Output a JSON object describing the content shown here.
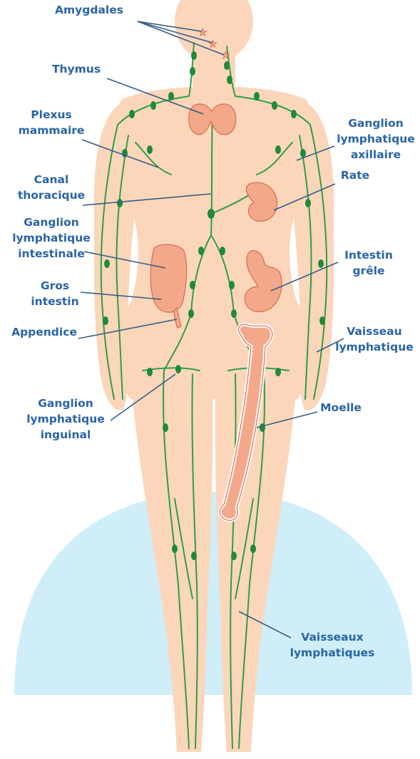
{
  "diagram": {
    "colors": {
      "background": "#ffffff",
      "arc": "#cfeef8",
      "body": "#fbd6bb",
      "skin_shadow": "#f7c7a6",
      "vessel": "#2f9e45",
      "node": "#1f8a38",
      "organ": "#f3a88a",
      "organ_outline": "#d96a4c",
      "label": "#2a64a8",
      "leader": "#355f86"
    },
    "labels": {
      "amygdales": "Amygdales",
      "thymus": "Thymus",
      "plexus_1": "Plexus",
      "plexus_2": "mammaire",
      "canal_1": "Canal",
      "canal_2": "thoracique",
      "g_intest_1": "Ganglion",
      "g_intest_2": "lymphatique",
      "g_intest_3": "intestinale",
      "gros_1": "Gros",
      "gros_2": "intestin",
      "appendice": "Appendice",
      "g_ing_1": "Ganglion",
      "g_ing_2": "lymphatique",
      "g_ing_3": "inguinal",
      "g_ax_1": "Ganglion",
      "g_ax_2": "lymphatique",
      "g_ax_3": "axillaire",
      "rate": "Rate",
      "intestin_1": "Intestin",
      "intestin_2": "grêle",
      "vaisseau_1": "Vaisseau",
      "vaisseau_2": "lymphatique",
      "moelle": "Moelle",
      "vaisseaux_1": "Vaisseaux",
      "vaisseaux_2": "lymphatiques"
    }
  }
}
